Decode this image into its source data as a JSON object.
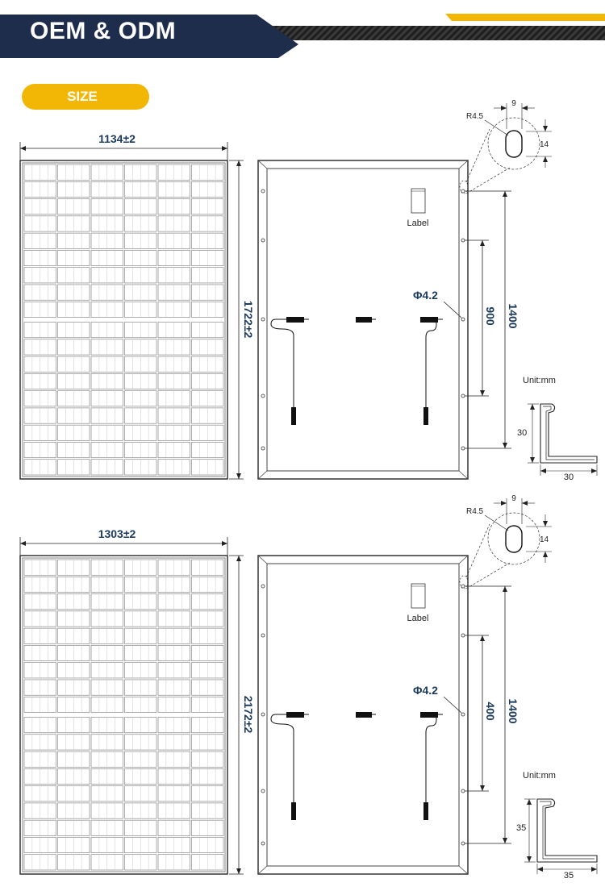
{
  "header": {
    "title": "OEM & ODM"
  },
  "section": {
    "size_label": "SIZE"
  },
  "colors": {
    "navy": "#1f2d4d",
    "gold": "#f2b705",
    "dim_text": "#1c3a5e"
  },
  "panels": [
    {
      "width_label": "1134±2",
      "height_label": "1722±2",
      "label_text": "Label",
      "hole_label": "Φ4.2",
      "inner_dim": "900",
      "outer_dim": "1400",
      "slot_radius": "R4.5",
      "slot_width": "9",
      "slot_height": "14",
      "unit": "Unit:mm",
      "frame_height": "30",
      "frame_width": "30"
    },
    {
      "width_label": "1303±2",
      "height_label": "2172±2",
      "label_text": "Label",
      "hole_label": "Φ4.2",
      "inner_dim": "400",
      "outer_dim": "1400",
      "slot_radius": "R4.5",
      "slot_width": "9",
      "slot_height": "14",
      "unit": "Unit:mm",
      "frame_height": "35",
      "frame_width": "35"
    }
  ]
}
